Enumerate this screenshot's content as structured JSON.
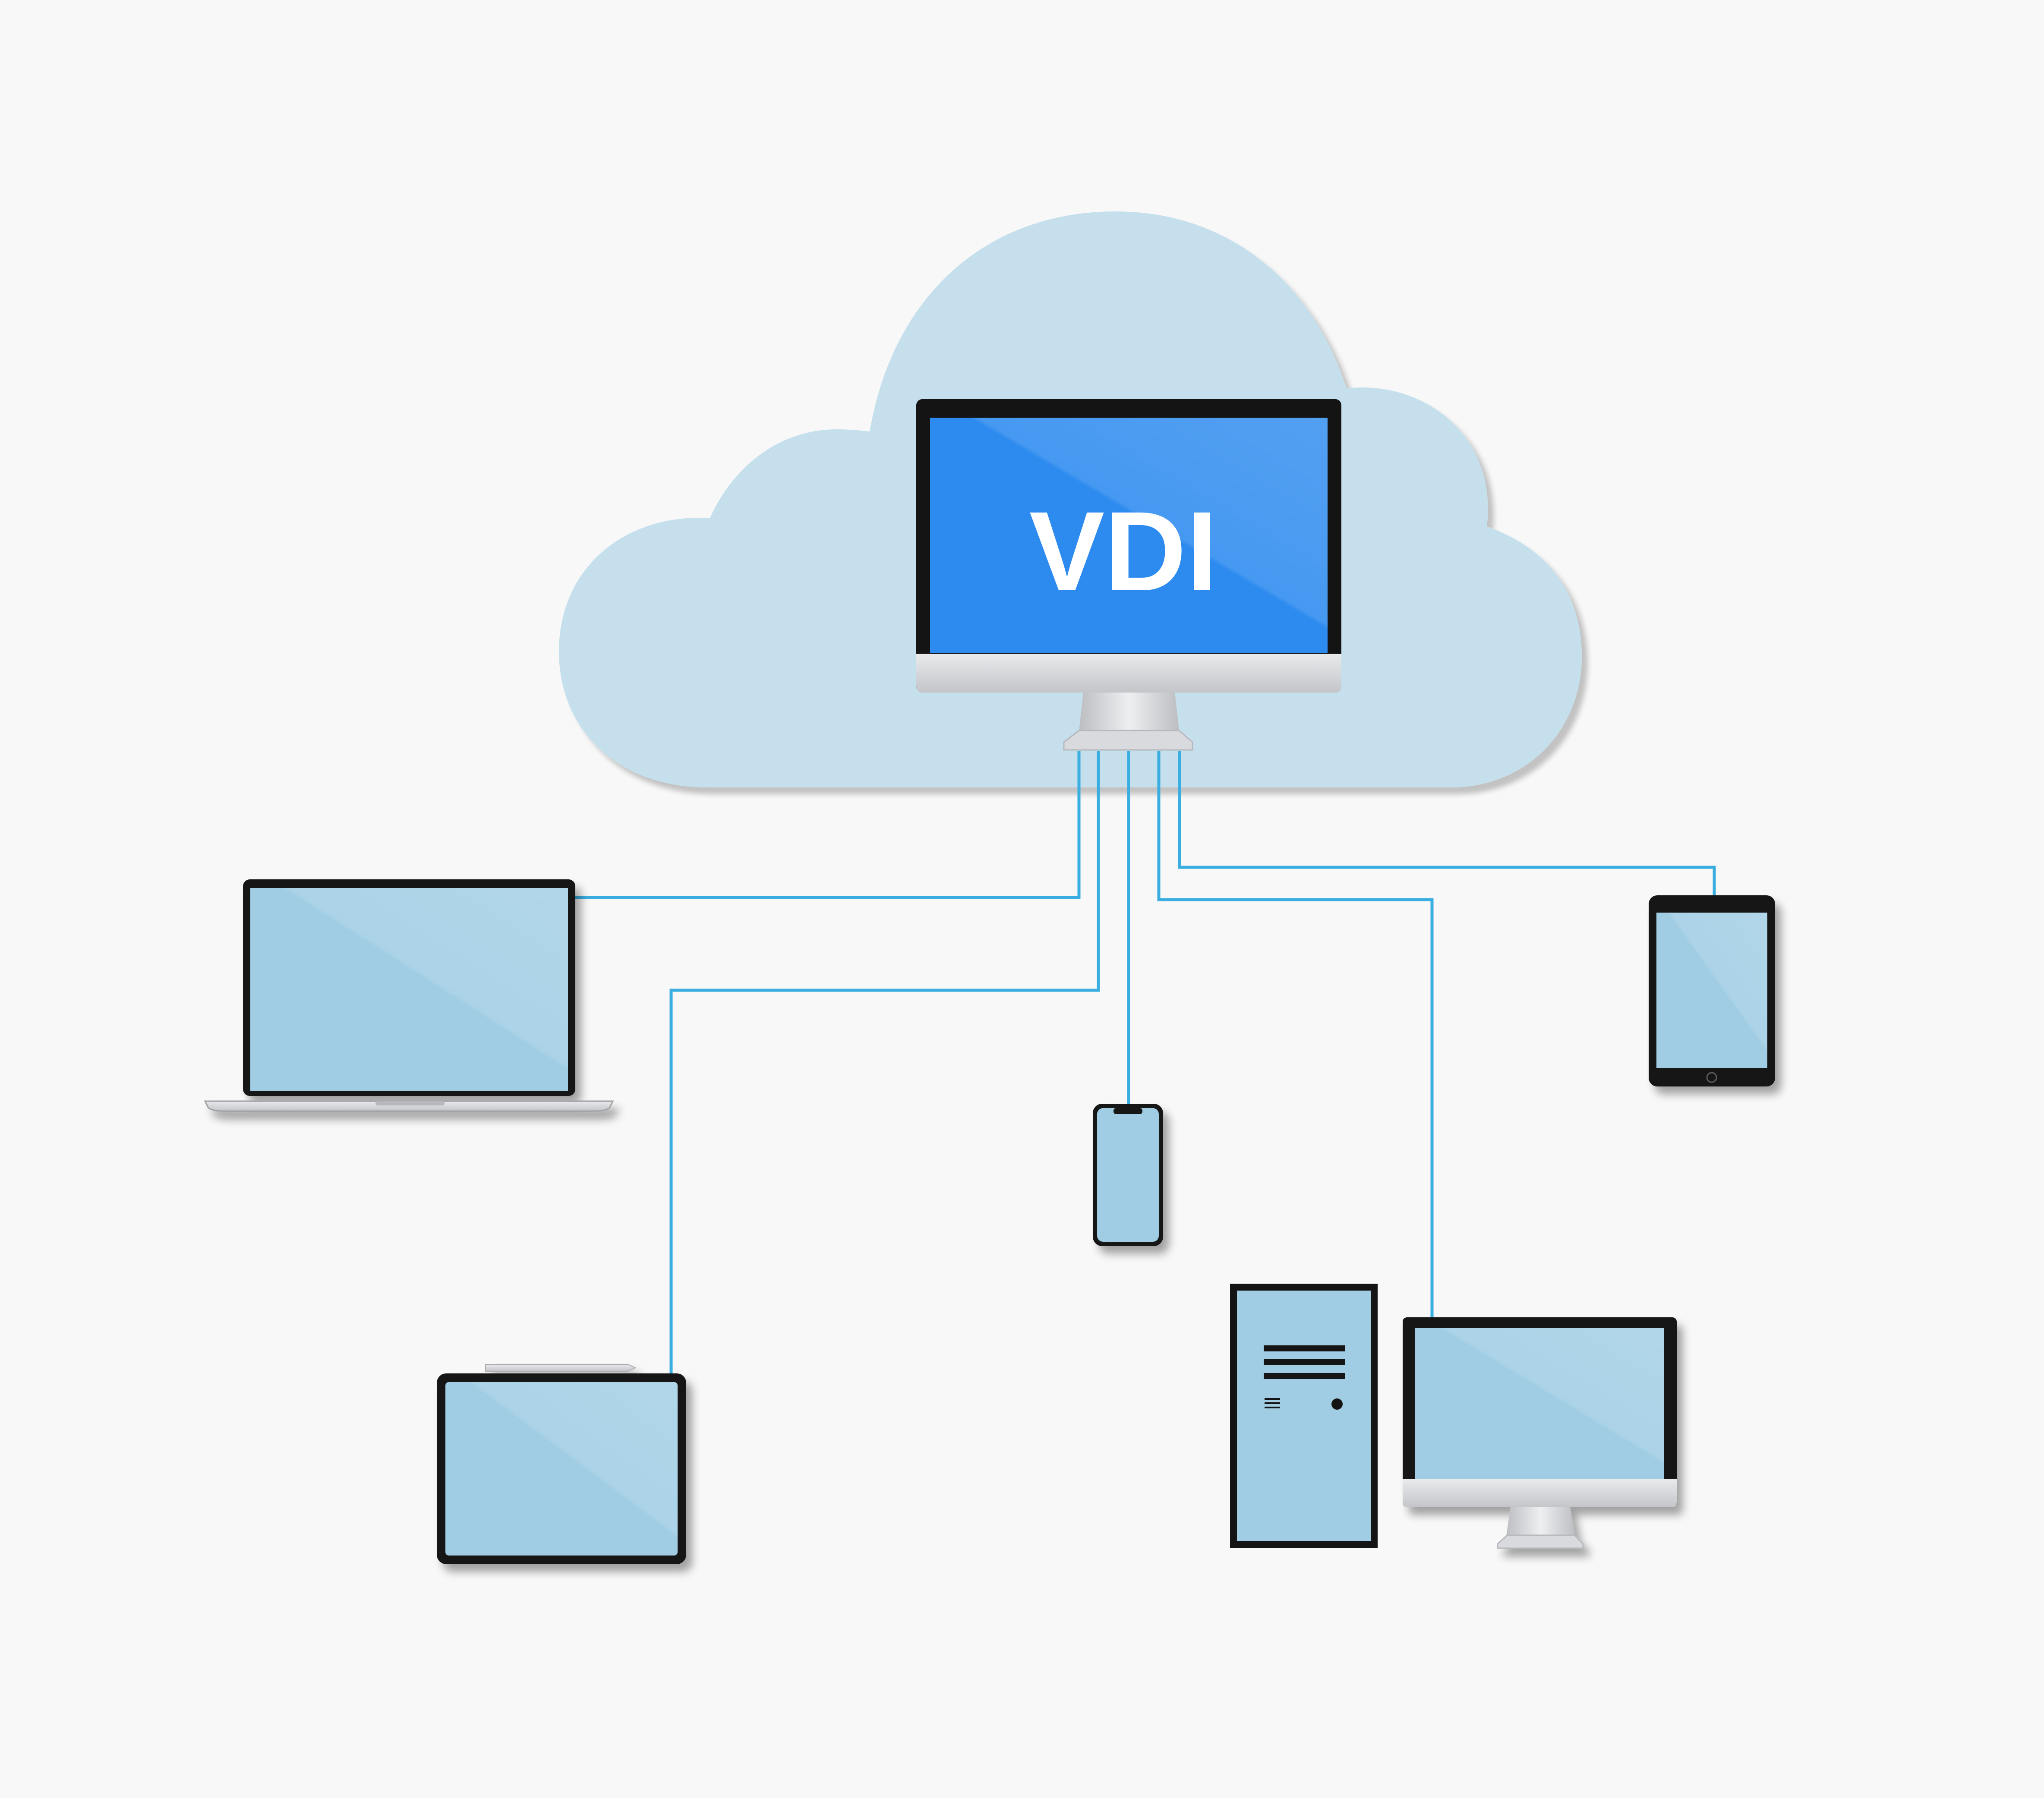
{
  "server": {
    "screen_text": "VDI"
  },
  "colors": {
    "background": "#f8f8f8",
    "cloud": "#c5e0ec",
    "cloud_shadow": "#b9cdd6",
    "vdi_screen": "#2d8bef",
    "device_screen": "#a0cde4",
    "connector": "#3aaee0",
    "bezel": "#111111",
    "aluminum": "#d2d3d6"
  },
  "devices": [
    {
      "name": "laptop",
      "icon": "laptop-icon"
    },
    {
      "name": "tablet-with-pencil",
      "icon": "tablet-icon"
    },
    {
      "name": "smartphone",
      "icon": "phone-icon"
    },
    {
      "name": "desktop-tower",
      "icon": "tower-pc-icon"
    },
    {
      "name": "desktop-monitor",
      "icon": "monitor-icon"
    },
    {
      "name": "tablet-portrait",
      "icon": "tablet-icon"
    }
  ]
}
